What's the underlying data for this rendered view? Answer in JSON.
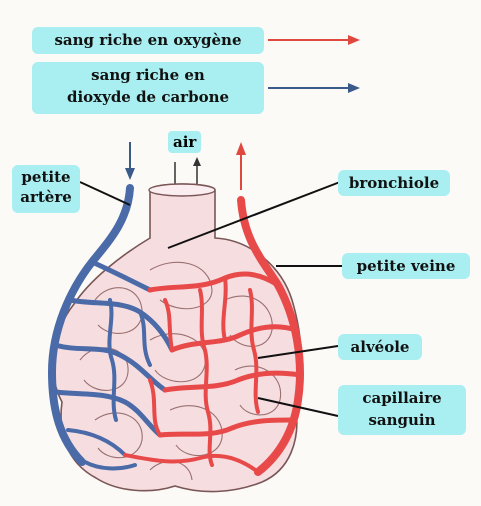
{
  "legend": {
    "oxygen_label": "sang riche en oxygène",
    "oxygen_color": "#e0473f",
    "co2_label_line1": "sang riche en",
    "co2_label_line2": "dioxyde de carbone",
    "co2_color": "#3a5a8a"
  },
  "labels": {
    "air": "air",
    "petite_artere_line1": "petite",
    "petite_artere_line2": "artère",
    "bronchiole": "bronchiole",
    "petite_veine": "petite veine",
    "alveole": "alvéole",
    "capillaire_line1": "capillaire",
    "capillaire_line2": "sanguin"
  },
  "colors": {
    "label_bg": "#a9eef0",
    "alveoli_fill": "#f6dde0",
    "alveoli_outline": "#7a5656",
    "vessel_red": "#e84a4a",
    "vessel_blue": "#4a6aa8"
  }
}
